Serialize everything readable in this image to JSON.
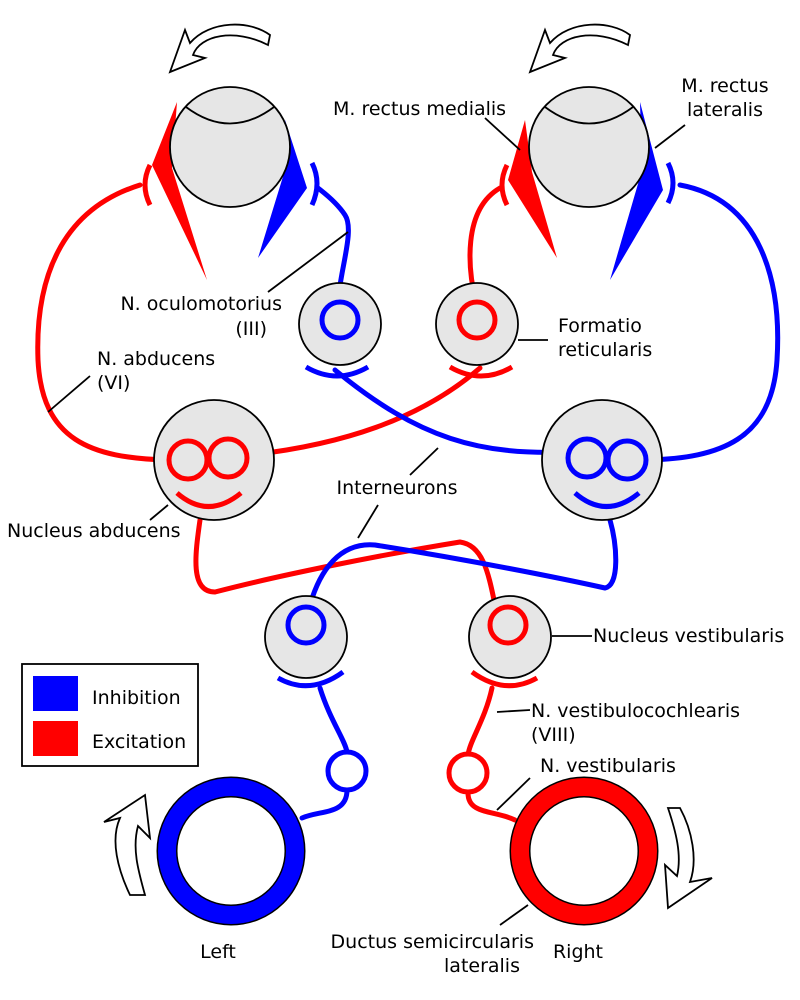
{
  "colors": {
    "inhibition": "#0000ff",
    "excitation": "#ff0000",
    "structure_fill": "#e6e6e6",
    "outline": "#000000"
  },
  "legend": {
    "items": [
      {
        "label": "Inhibition",
        "color": "#0000ff"
      },
      {
        "label": "Excitation",
        "color": "#ff0000"
      }
    ]
  },
  "labels": {
    "m_rectus_medialis": "M. rectus medialis",
    "m_rectus_lateralis_1": "M. rectus",
    "m_rectus_lateralis_2": "lateralis",
    "n_oculomotorius_1": "N. oculomotorius",
    "n_oculomotorius_2": "(III)",
    "formatio_1": "Formatio",
    "formatio_2": "reticularis",
    "n_abducens_1": "N. abducens",
    "n_abducens_2": "(VI)",
    "interneurons": "Interneurons",
    "nucleus_abducens": "Nucleus abducens",
    "nucleus_vestibularis": "Nucleus vestibularis",
    "n_vestibulocochlearis_1": "N. vestibulocochlearis",
    "n_vestibulocochlearis_2": "(VIII)",
    "n_vestibularis": "N. vestibularis",
    "ductus_1": "Ductus semicircularis",
    "ductus_2": "lateralis",
    "left": "Left",
    "right": "Right"
  }
}
